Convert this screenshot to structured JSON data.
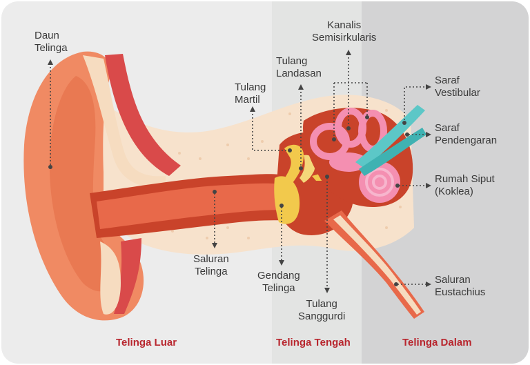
{
  "labels": {
    "daun_telinga": "Daun\nTelinga",
    "tulang_martil": "Tulang\nMartil",
    "tulang_landasan": "Tulang\nLandasan",
    "kanalis": "Kanalis\nSemisirkularis",
    "saraf_vestibular": "Saraf\nVestibular",
    "saraf_pendengaran": "Saraf\nPendengaran",
    "rumah_siput": "Rumah Siput\n(Koklea)",
    "saluran_telinga": "Saluran\nTelinga",
    "gendang_telinga": "Gendang\nTelinga",
    "tulang_sanggurdi": "Tulang\nSanggurdi",
    "saluran_eustachius": "Saluran\nEustachius"
  },
  "sections": {
    "outer": "Telinga Luar",
    "middle": "Telinga Tengah",
    "inner": "Telinga Dalam"
  },
  "colors": {
    "outer_bg": "#ececec",
    "middle_bg": "#e3e4e3",
    "inner_bg": "#d3d3d4",
    "skin": "#f08a63",
    "skin_dark": "#e36b46",
    "bone": "#f6dcc0",
    "canal": "#c9432a",
    "ossicle": "#f2c94c",
    "labyrinth": "#f48fb1",
    "nerve": "#5cc7c7",
    "section_text": "#b8262e"
  }
}
